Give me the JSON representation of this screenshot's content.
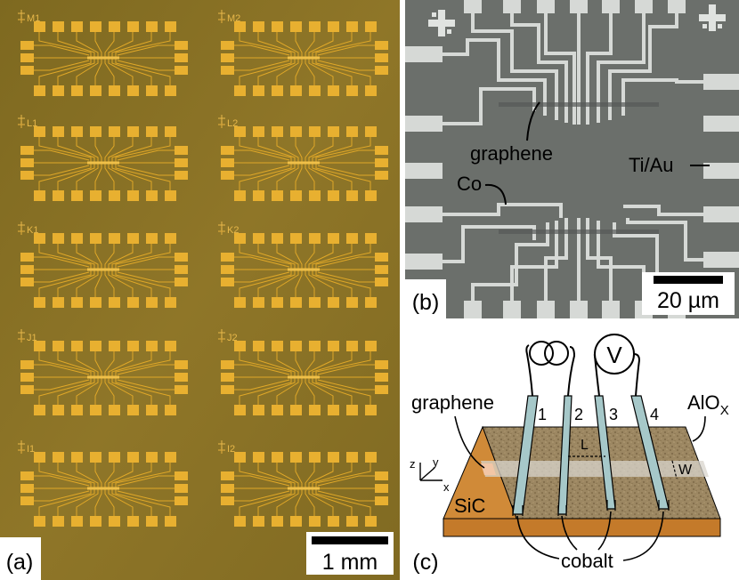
{
  "panel_a": {
    "label": "(a)",
    "device_labels": [
      "M1",
      "M2",
      "L1",
      "L2",
      "K1",
      "K2",
      "J1",
      "J2",
      "I1",
      "I2"
    ],
    "scale_bar": "1 mm"
  },
  "panel_b": {
    "label": "(b)",
    "graphene": "graphene",
    "ti_au": "Ti/Au",
    "co": "Co",
    "scale_bar": "20 µm"
  },
  "panel_c": {
    "label": "(c)",
    "graphene": "graphene",
    "aloxBase": "AlO",
    "aloxSub": "X",
    "sic": "SiC",
    "cobalt": "cobalt",
    "V": "V",
    "L": "L",
    "W": "W",
    "axes": [
      "z",
      "y",
      "x"
    ],
    "contacts": [
      "1",
      "2",
      "3",
      "4"
    ]
  },
  "colors": {
    "chip_bg": "#8d7424",
    "pad": "#e8b030",
    "sem_bg": "#6b6f6b",
    "sem_metal": "#d6d9d6",
    "alox": "#9a8460",
    "sic": "#c97e2e",
    "cobalt": "#a6c8c9"
  }
}
